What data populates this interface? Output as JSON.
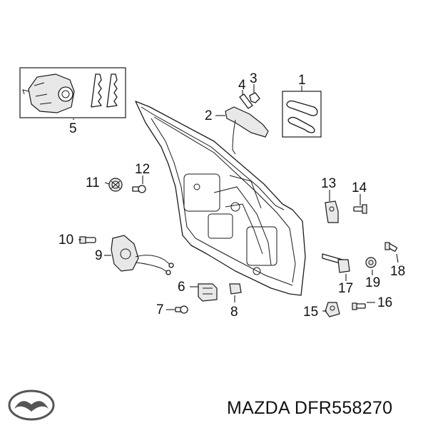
{
  "caption": {
    "brand": "MAZDA",
    "part_number": "DFR558270"
  },
  "callouts": [
    {
      "id": "1",
      "text": "1"
    },
    {
      "id": "2",
      "text": "2"
    },
    {
      "id": "3",
      "text": "3"
    },
    {
      "id": "4",
      "text": "4"
    },
    {
      "id": "5",
      "text": "5"
    },
    {
      "id": "6",
      "text": "6"
    },
    {
      "id": "7",
      "text": "7"
    },
    {
      "id": "8",
      "text": "8"
    },
    {
      "id": "9",
      "text": "9"
    },
    {
      "id": "10",
      "text": "10"
    },
    {
      "id": "11",
      "text": "11"
    },
    {
      "id": "12",
      "text": "12"
    },
    {
      "id": "13",
      "text": "13"
    },
    {
      "id": "14",
      "text": "14"
    },
    {
      "id": "15",
      "text": "15"
    },
    {
      "id": "16",
      "text": "16"
    },
    {
      "id": "17",
      "text": "17"
    },
    {
      "id": "18",
      "text": "18"
    },
    {
      "id": "19",
      "text": "19"
    }
  ],
  "logo": {
    "icon": "mazda-logo-icon"
  }
}
